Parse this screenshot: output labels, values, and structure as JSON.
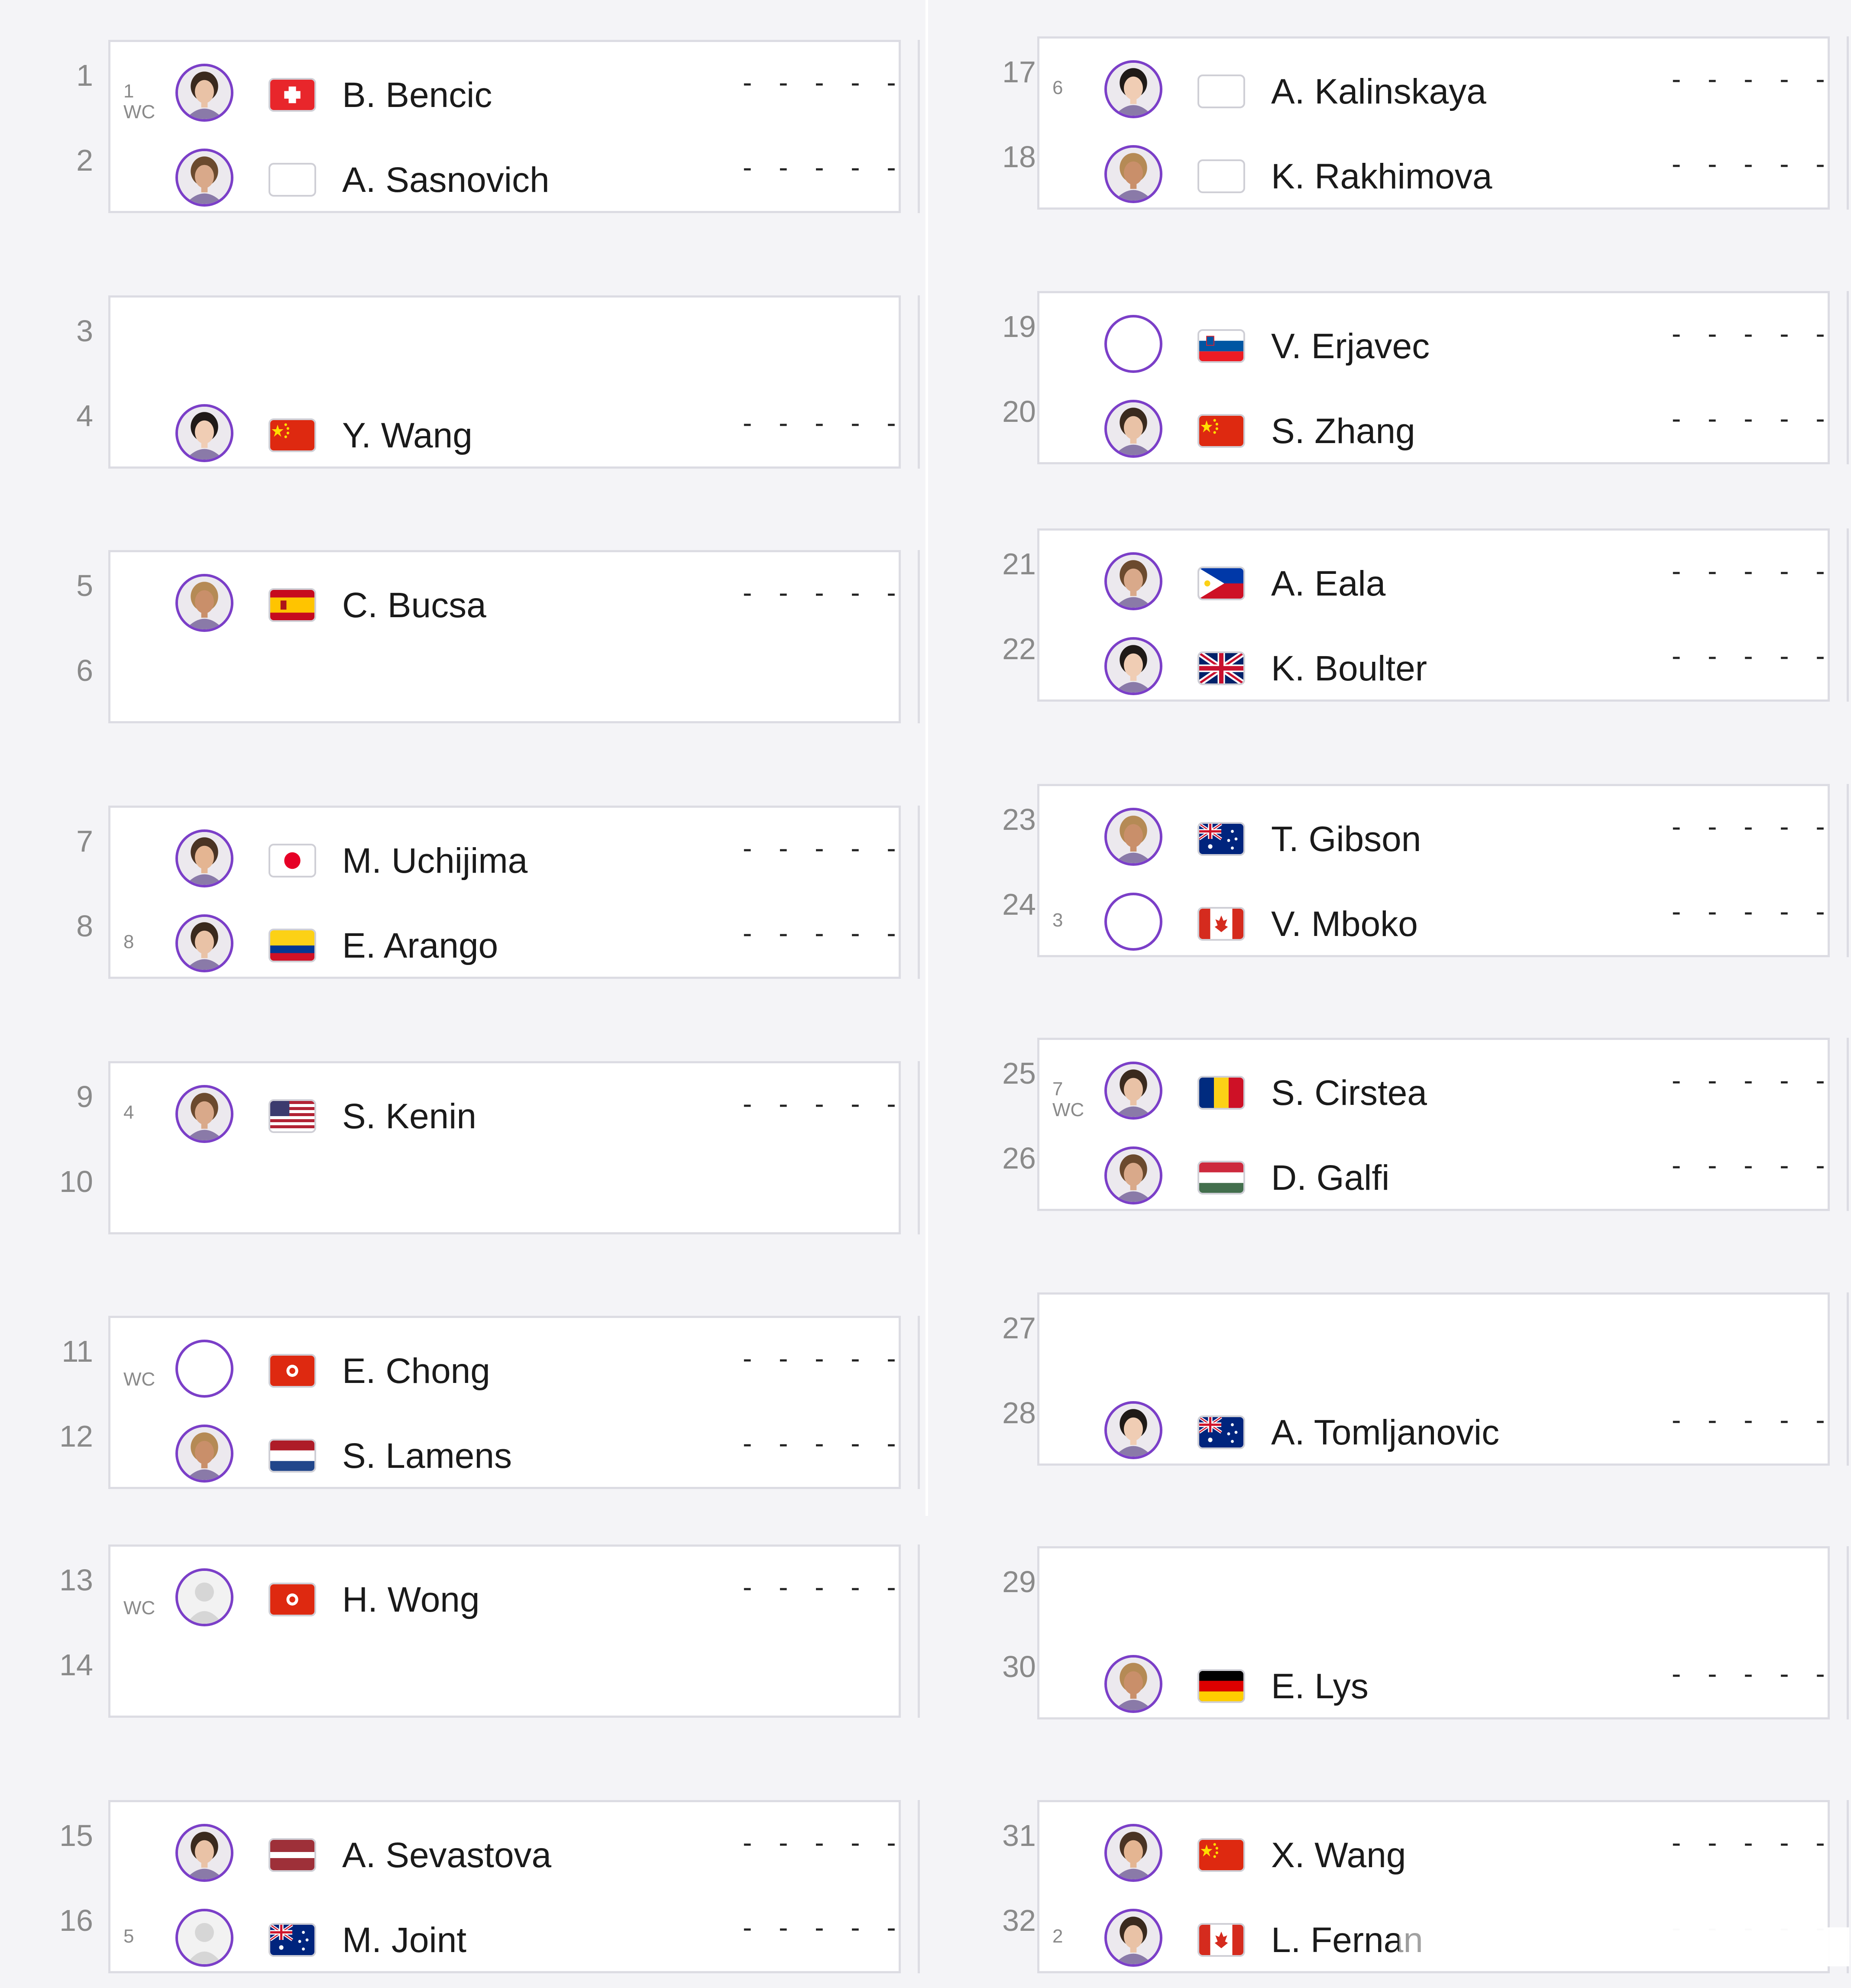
{
  "columns": [
    {
      "matches": [
        {
          "slots": [
            1,
            2
          ],
          "players": [
            {
              "seed": "1",
              "tag": "WC",
              "name": "B. Bencic",
              "flag": "ch",
              "avatar": "photo",
              "score": "- - - - -"
            },
            {
              "seed": "",
              "tag": "",
              "name": "A. Sasnovich",
              "flag": "blank",
              "avatar": "photo",
              "score": "- - - - -"
            }
          ]
        },
        {
          "slots": [
            3,
            4
          ],
          "players": [
            null,
            {
              "seed": "",
              "tag": "",
              "name": "Y. Wang",
              "flag": "cn",
              "avatar": "photo",
              "score": "- - - - -"
            }
          ]
        },
        {
          "slots": [
            5,
            6
          ],
          "players": [
            {
              "seed": "",
              "tag": "",
              "name": "C. Bucsa",
              "flag": "es",
              "avatar": "photo",
              "score": "- - - - -"
            },
            null
          ]
        },
        {
          "slots": [
            7,
            8
          ],
          "players": [
            {
              "seed": "",
              "tag": "",
              "name": "M. Uchijima",
              "flag": "jp",
              "avatar": "photo",
              "score": "- - - - -"
            },
            {
              "seed": "8",
              "tag": "",
              "name": "E. Arango",
              "flag": "co",
              "avatar": "photo",
              "score": "- - - - -"
            }
          ]
        },
        {
          "slots": [
            9,
            10
          ],
          "players": [
            {
              "seed": "4",
              "tag": "",
              "name": "S. Kenin",
              "flag": "us",
              "avatar": "photo",
              "score": "- - - - -"
            },
            null
          ]
        },
        {
          "slots": [
            11,
            12
          ],
          "players": [
            {
              "seed": "",
              "tag": "WC",
              "name": "E. Chong",
              "flag": "hk",
              "avatar": "empty",
              "score": "- - - - -"
            },
            {
              "seed": "",
              "tag": "",
              "name": "S. Lamens",
              "flag": "nl",
              "avatar": "photo",
              "score": "- - - - -"
            }
          ]
        },
        {
          "slots": [
            13,
            14
          ],
          "players": [
            {
              "seed": "",
              "tag": "WC",
              "name": "H. Wong",
              "flag": "hk",
              "avatar": "silhouette",
              "score": "- - - - -"
            },
            null
          ]
        },
        {
          "slots": [
            15,
            16
          ],
          "players": [
            {
              "seed": "",
              "tag": "",
              "name": "A. Sevastova",
              "flag": "lv",
              "avatar": "photo",
              "score": "- - - - -"
            },
            {
              "seed": "5",
              "tag": "",
              "name": "M. Joint",
              "flag": "au",
              "avatar": "silhouette",
              "score": "- - - - -"
            }
          ]
        }
      ]
    },
    {
      "matches": [
        {
          "slots": [
            17,
            18
          ],
          "players": [
            {
              "seed": "6",
              "tag": "",
              "name": "A. Kalinskaya",
              "flag": "blank",
              "avatar": "photo",
              "score": "- - - - -"
            },
            {
              "seed": "",
              "tag": "",
              "name": "K. Rakhimova",
              "flag": "blank",
              "avatar": "photo",
              "score": "- - - - -"
            }
          ]
        },
        {
          "slots": [
            19,
            20
          ],
          "players": [
            {
              "seed": "",
              "tag": "",
              "name": "V. Erjavec",
              "flag": "si",
              "avatar": "empty",
              "score": "- - - - -"
            },
            {
              "seed": "",
              "tag": "",
              "name": "S. Zhang",
              "flag": "cn",
              "avatar": "photo",
              "score": "- - - - -"
            }
          ]
        },
        {
          "slots": [
            21,
            22
          ],
          "players": [
            {
              "seed": "",
              "tag": "",
              "name": "A. Eala",
              "flag": "ph",
              "avatar": "photo",
              "score": "- - - - -"
            },
            {
              "seed": "",
              "tag": "",
              "name": "K. Boulter",
              "flag": "gb",
              "avatar": "photo",
              "score": "- - - - -"
            }
          ]
        },
        {
          "slots": [
            23,
            24
          ],
          "players": [
            {
              "seed": "",
              "tag": "",
              "name": "T. Gibson",
              "flag": "au",
              "avatar": "photo",
              "score": "- - - - -"
            },
            {
              "seed": "3",
              "tag": "",
              "name": "V. Mboko",
              "flag": "ca",
              "avatar": "empty",
              "score": "- - - - -"
            }
          ]
        },
        {
          "slots": [
            25,
            26
          ],
          "players": [
            {
              "seed": "7",
              "tag": "WC",
              "name": "S. Cirstea",
              "flag": "ro",
              "avatar": "photo",
              "score": "- - - - -"
            },
            {
              "seed": "",
              "tag": "",
              "name": "D. Galfi",
              "flag": "hu",
              "avatar": "photo",
              "score": "- - - - -"
            }
          ]
        },
        {
          "slots": [
            27,
            28
          ],
          "players": [
            null,
            {
              "seed": "",
              "tag": "",
              "name": "A. Tomljanovic",
              "flag": "au",
              "avatar": "photo",
              "score": "- - - - -"
            }
          ]
        },
        {
          "slots": [
            29,
            30
          ],
          "players": [
            null,
            {
              "seed": "",
              "tag": "",
              "name": "E. Lys",
              "flag": "de",
              "avatar": "photo",
              "score": "- - - - -"
            }
          ]
        },
        {
          "slots": [
            31,
            32
          ],
          "players": [
            {
              "seed": "",
              "tag": "",
              "name": "X. Wang",
              "flag": "cn",
              "avatar": "photo",
              "score": "- - - - -"
            },
            {
              "seed": "2",
              "tag": "",
              "name": "L. Fernan",
              "flag": "ca",
              "avatar": "photo",
              "score": "- - - - -"
            }
          ]
        }
      ]
    }
  ],
  "colors": {
    "accent": "#7b3fc8",
    "background": "#f4f4f7",
    "card": "#ffffff",
    "border": "#dcdce3",
    "muted_text": "#8a8a8a"
  }
}
